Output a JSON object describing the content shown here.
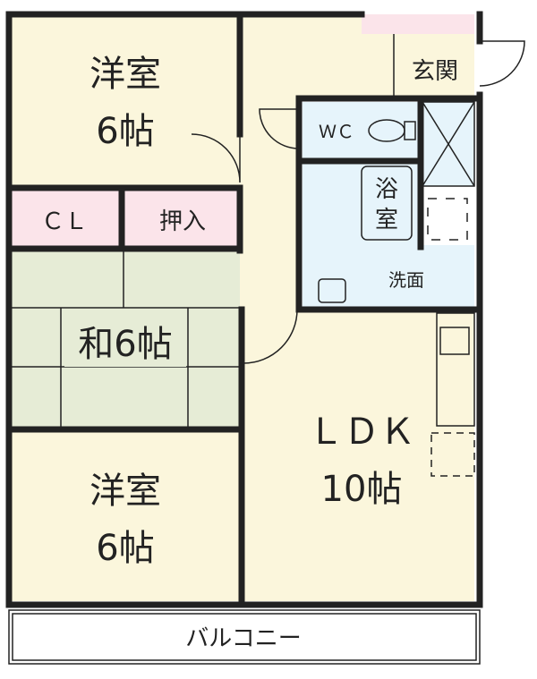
{
  "colors": {
    "western_floor": "#fbf6dc",
    "tatami": "#e6ecd6",
    "closet": "#fbe4ea",
    "wet_area": "#e6f4fb",
    "wall": "#222222"
  },
  "rooms": {
    "western_top": {
      "name": "洋室",
      "size": "6帖"
    },
    "closet": {
      "name": "ＣＬ"
    },
    "oshiire": {
      "name": "押入"
    },
    "japanese": {
      "name": "和6帖"
    },
    "western_bottom": {
      "name": "洋室",
      "size": "6帖"
    },
    "ldk": {
      "name": "ＬＤＫ",
      "size": "10帖"
    },
    "entrance": {
      "name": "玄関"
    },
    "wc": {
      "name": "ＷＣ"
    },
    "bath": {
      "name_top": "浴",
      "name_bottom": "室"
    },
    "washroom": {
      "name": "洗面"
    },
    "balcony": {
      "name": "バルコニー"
    }
  }
}
